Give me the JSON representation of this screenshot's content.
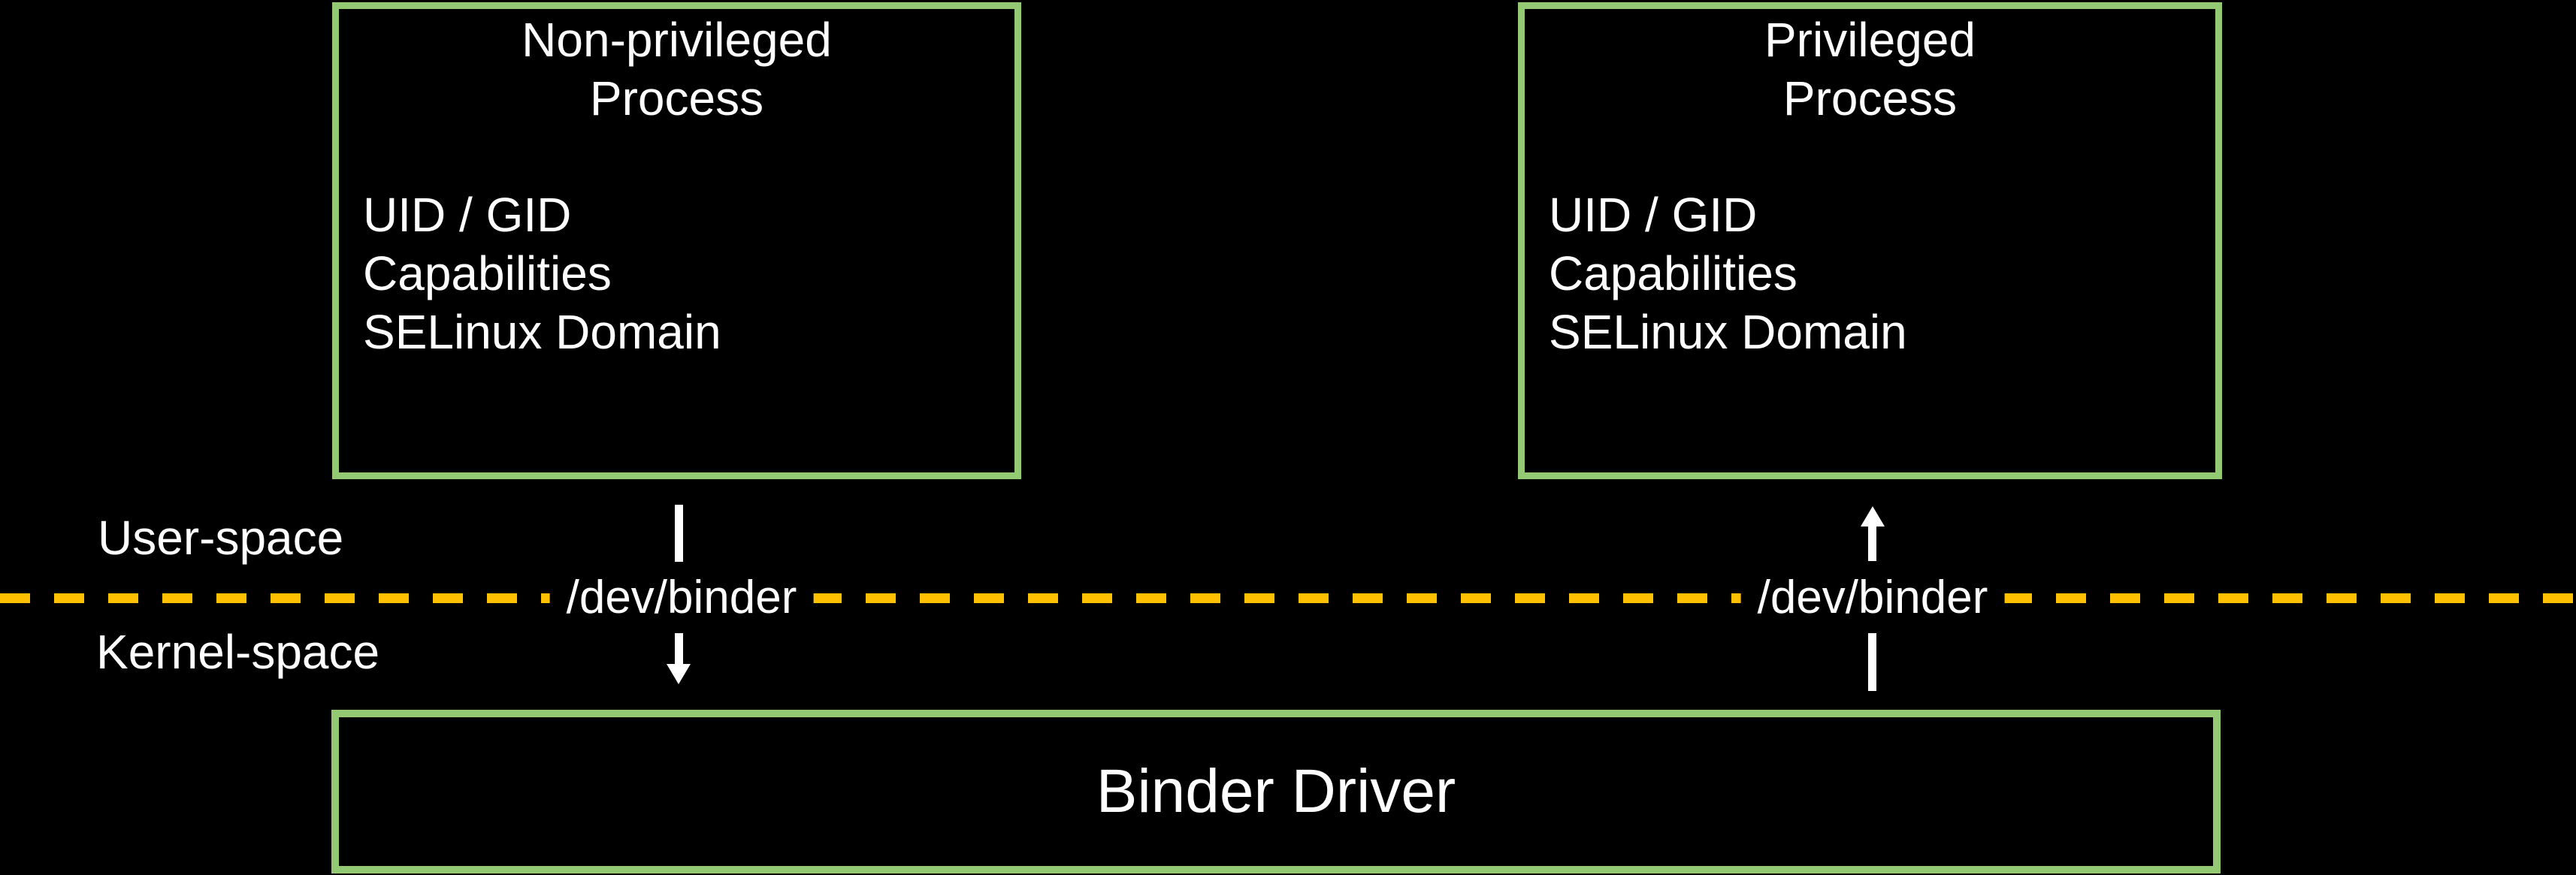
{
  "colors": {
    "background": "#000000",
    "box_border": "#93c972",
    "divider": "#ffc000",
    "text": "#ffffff",
    "arrow": "#ffffff"
  },
  "boxes": {
    "non_privileged": {
      "title": "Non-privileged\nProcess",
      "items": [
        "UID / GID",
        "Capabilities",
        "SELinux Domain"
      ]
    },
    "privileged": {
      "title": "Privileged\nProcess",
      "items": [
        "UID / GID",
        "Capabilities",
        "SELinux Domain"
      ]
    },
    "binder_driver": {
      "label": "Binder Driver"
    }
  },
  "labels": {
    "user_space": "User-space",
    "kernel_space": "Kernel-space",
    "dev_binder_left": "/dev/binder",
    "dev_binder_right": "/dev/binder"
  }
}
